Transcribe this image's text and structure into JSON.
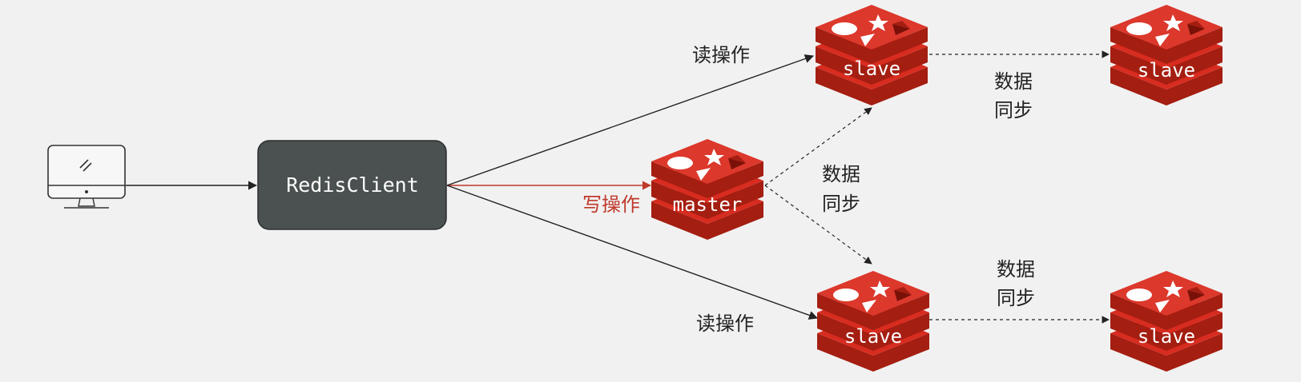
{
  "client": {
    "label": "RedisClient"
  },
  "master": {
    "label": "master"
  },
  "slaves": [
    {
      "label": "slave"
    },
    {
      "label": "slave"
    },
    {
      "label": "slave"
    },
    {
      "label": "slave"
    }
  ],
  "edges": {
    "read_top": "读操作",
    "read_bottom": "读操作",
    "write": "写操作",
    "sync_master_l1": "数据",
    "sync_master_l2": "同步",
    "sync_top_l1": "数据",
    "sync_top_l2": "同步",
    "sync_bottom_l1": "数据",
    "sync_bottom_l2": "同步"
  },
  "colors": {
    "redis_red": "#d82c20",
    "redis_dark": "#a41e11",
    "client_box": "#4a5150",
    "write_arrow": "#c0392b",
    "line": "#222222"
  },
  "icons": [
    "computer-icon",
    "redis-logo-icon"
  ]
}
